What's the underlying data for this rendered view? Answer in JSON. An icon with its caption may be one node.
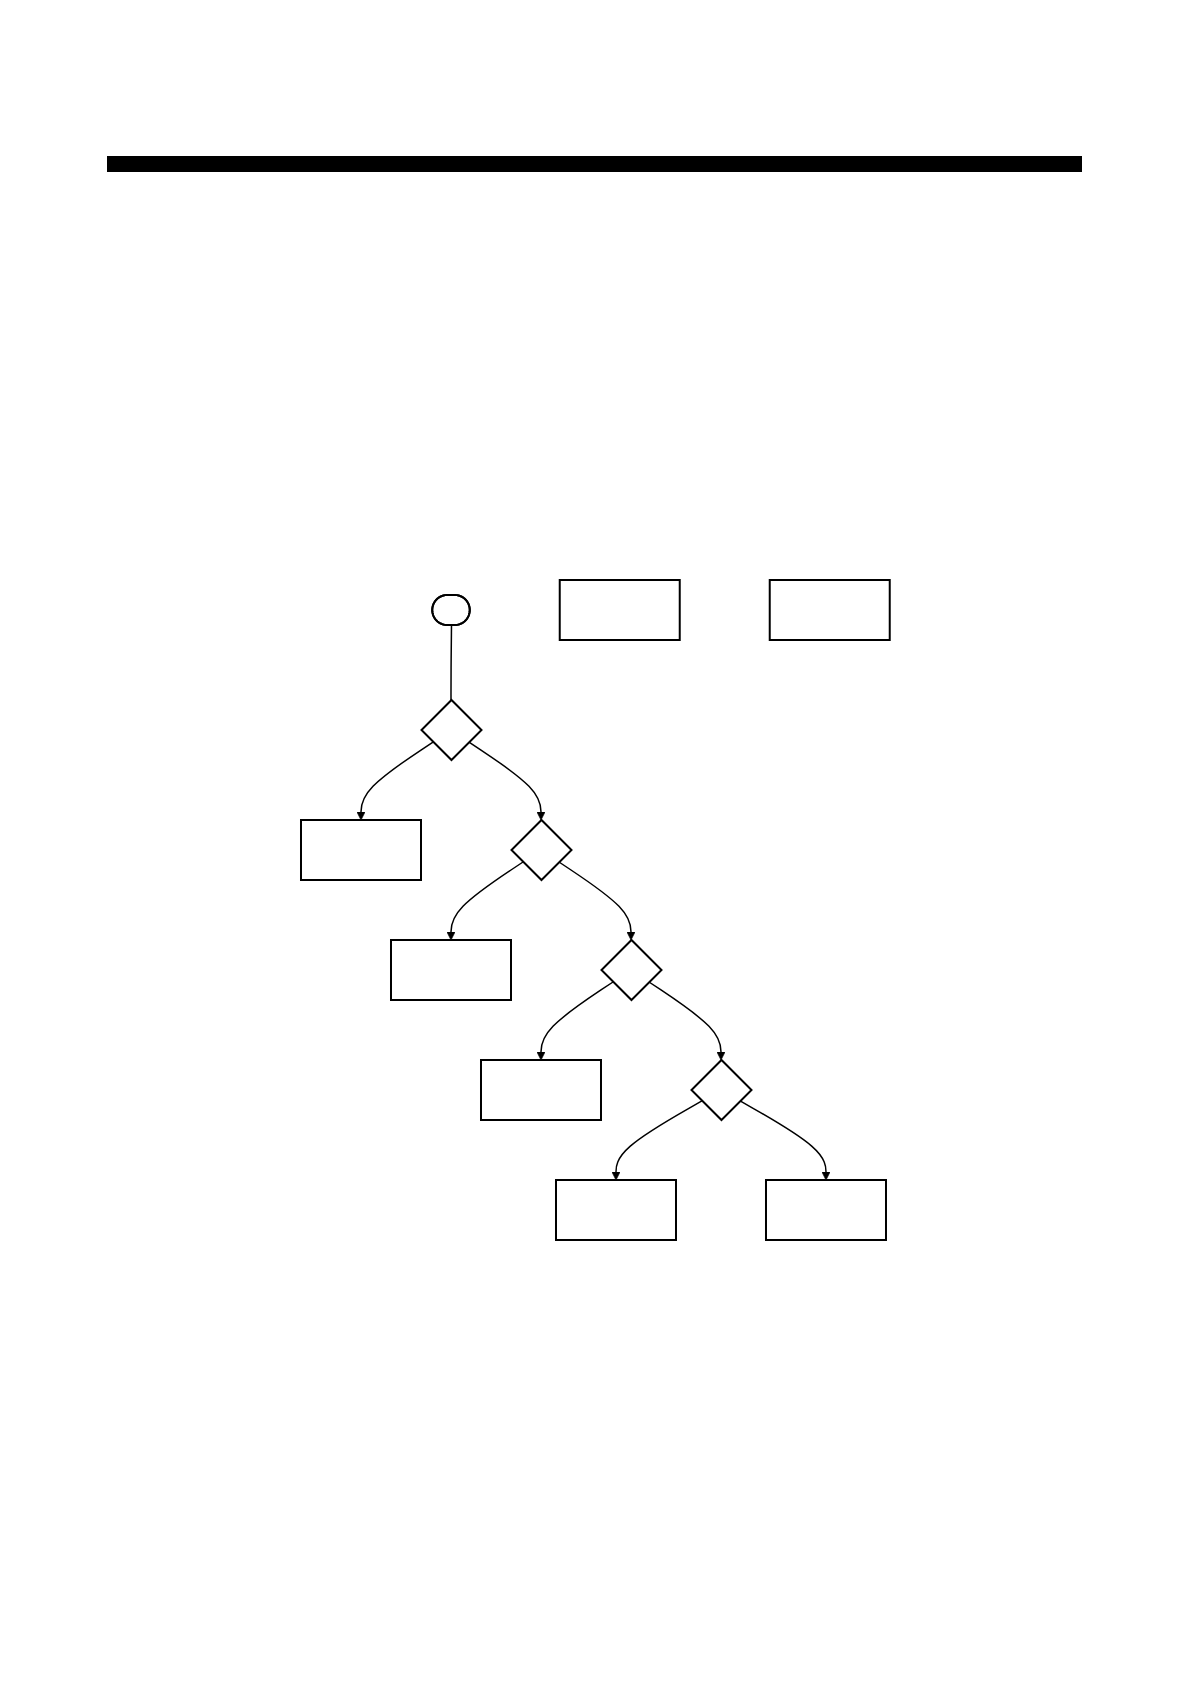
{
  "diagram": {
    "nodes": [
      {
        "text": [],
        "shape": "oval"
      },
      {
        "text": [],
        "shape": "diamond"
      },
      {
        "text": [],
        "shape": "box"
      },
      {
        "text": [],
        "shape": "diamond"
      },
      {
        "text": [],
        "shape": "box"
      },
      {
        "text": [],
        "shape": "diamond"
      },
      {
        "text": [],
        "shape": "box"
      },
      {
        "text": [],
        "shape": "diamond"
      },
      {
        "text": [],
        "shape": "box"
      },
      {
        "text": [],
        "shape": "box"
      },
      {
        "text": [],
        "shape": "box"
      },
      {
        "text": [],
        "shape": "box"
      }
    ],
    "edges": [
      {
        "from": 0,
        "to": 1,
        "arrow": "none"
      },
      {
        "from": 1,
        "to": 2,
        "arrow": "to"
      },
      {
        "from": 1,
        "to": 3,
        "arrow": "to"
      },
      {
        "from": 3,
        "to": 4,
        "arrow": "to"
      },
      {
        "from": 3,
        "to": 5,
        "arrow": "to"
      },
      {
        "from": 5,
        "to": 6,
        "arrow": "to"
      },
      {
        "from": 5,
        "to": 7,
        "arrow": "to"
      },
      {
        "from": 7,
        "to": 8,
        "arrow": "to"
      },
      {
        "from": 7,
        "to": 9,
        "arrow": "to"
      }
    ]
  }
}
